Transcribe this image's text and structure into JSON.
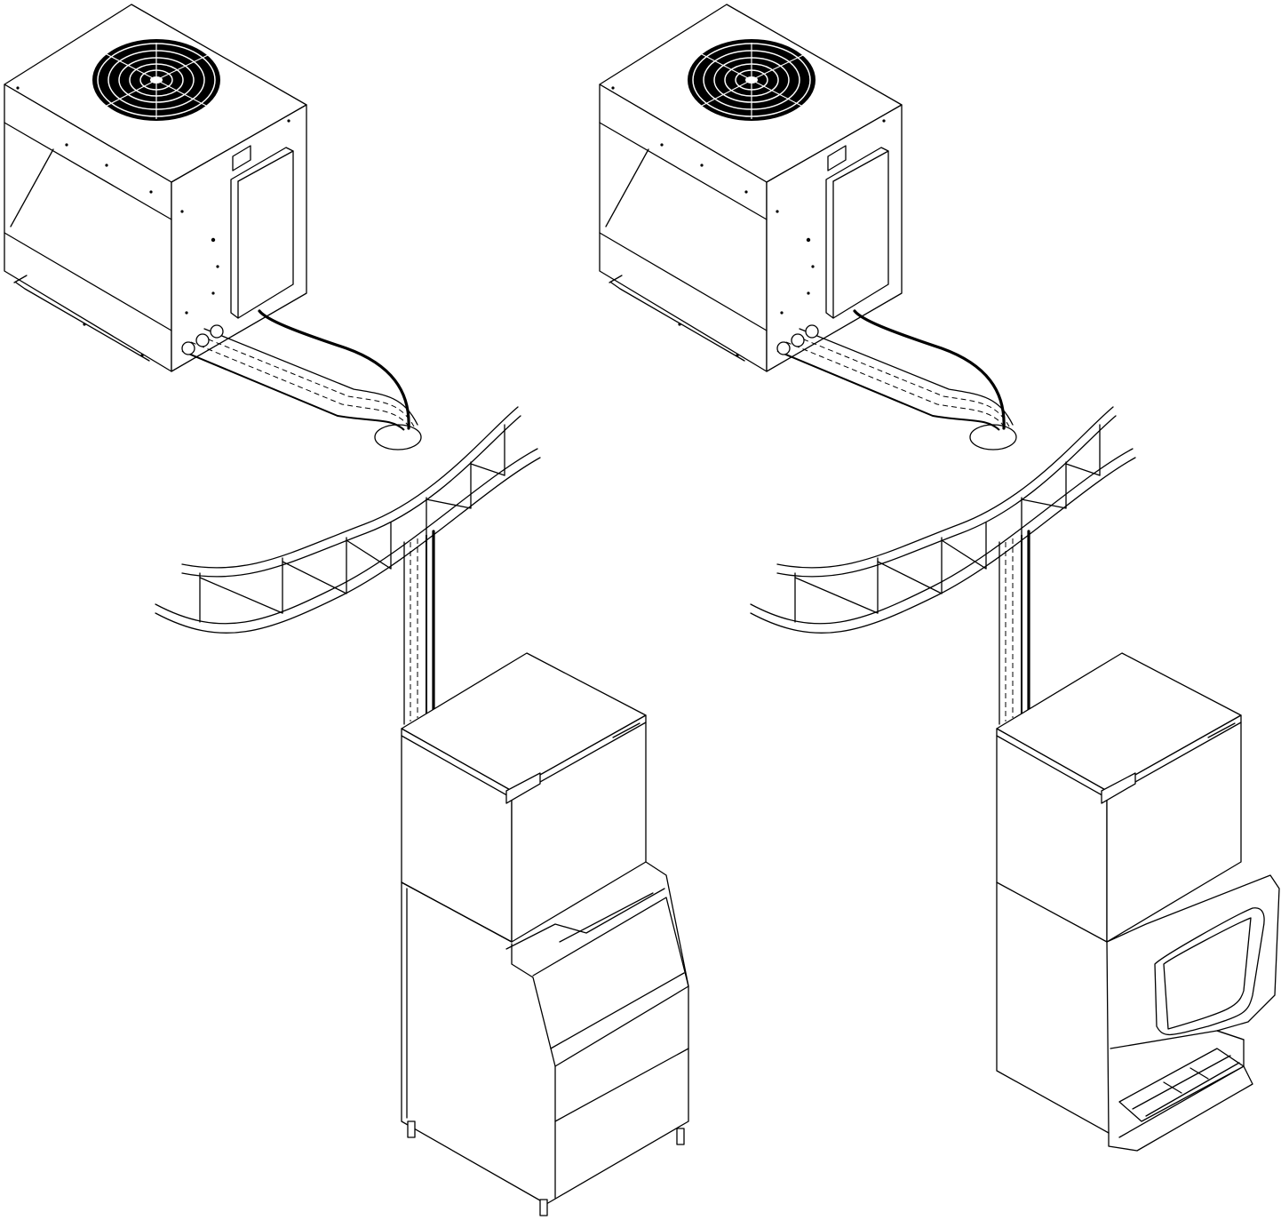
{
  "figure": {
    "panels": [
      {
        "id": "left",
        "condenser": "remote-condenser-unit",
        "ice_machine": "ice-machine-head",
        "base": "ice-storage-bin"
      },
      {
        "id": "right",
        "condenser": "remote-condenser-unit",
        "ice_machine": "ice-machine-head",
        "base": "ice-beverage-dispenser"
      }
    ],
    "icons": [
      "fan-guard-icon",
      "control-box-icon",
      "line-set-icon",
      "roof-joist-icon"
    ],
    "colors": {
      "line": "#000000",
      "background": "#ffffff"
    }
  }
}
